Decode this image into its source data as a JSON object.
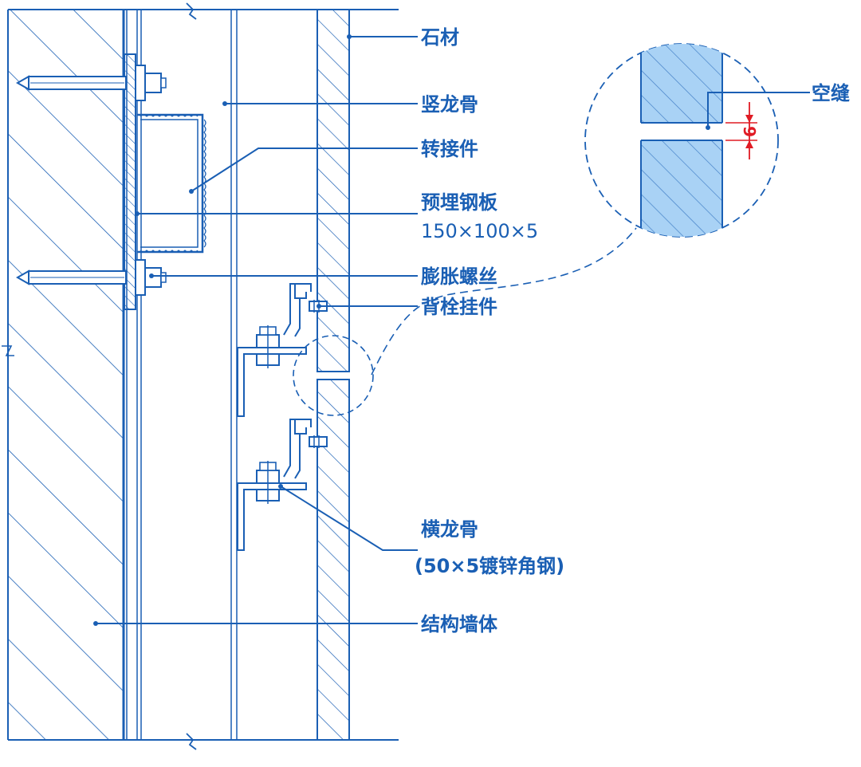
{
  "colors": {
    "line": "#1a5fb4",
    "stone_fill": "#a9d2f5",
    "dimension": "#e01b24",
    "background": "#ffffff"
  },
  "labels": {
    "stone": "石材",
    "vertical_keel": "竖龙骨",
    "adapter": "转接件",
    "embedded_plate": "预埋钢板",
    "embedded_plate_size": "150×100×5",
    "expansion_bolt": "膨胀螺丝",
    "back_bolt_hanger": "背栓挂件",
    "horizontal_keel": "横龙骨",
    "horizontal_keel_spec": "(50×5镀锌角钢)",
    "structural_wall": "结构墙体",
    "joint": "空缝",
    "joint_width": "6"
  }
}
